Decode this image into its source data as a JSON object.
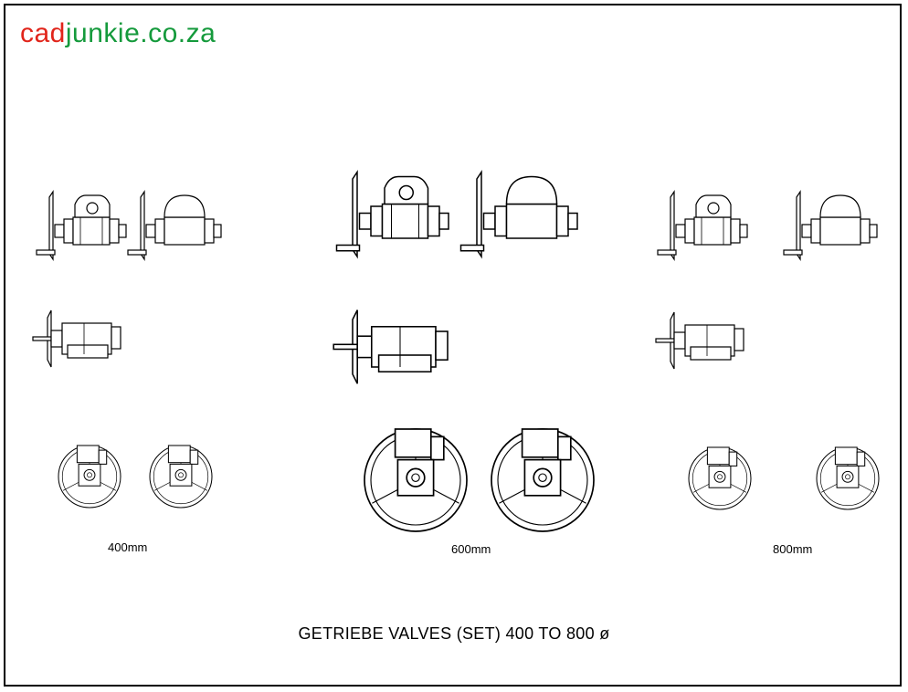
{
  "logo": {
    "part1": "cad",
    "part2": "junkie.co.za"
  },
  "colors": {
    "logo_red": "#e1251b",
    "logo_green": "#159a3c",
    "lines": "#000000"
  },
  "labels": {
    "size_400": "400mm",
    "size_600": "600mm",
    "size_800": "800mm"
  },
  "title": "GETRIEBE VALVES (SET) 400 TO 800 ø"
}
